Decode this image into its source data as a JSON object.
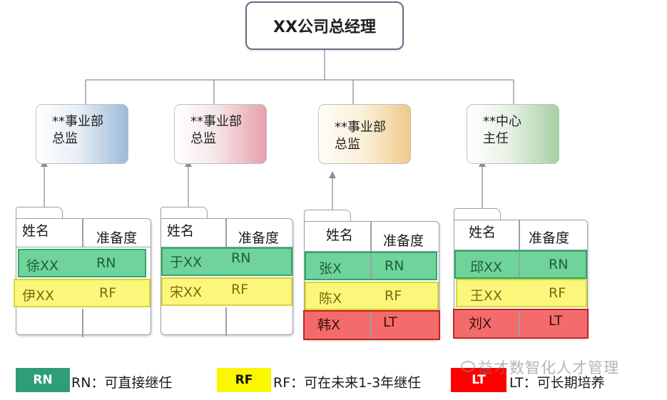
{
  "root": {
    "title": "XX公司总经理"
  },
  "positions": [
    {
      "line1": "**事业部",
      "line2": "总监"
    },
    {
      "line1": "**事业部",
      "line2": "总监"
    },
    {
      "line1": "**事业部",
      "line2": "总监"
    },
    {
      "line1": "**中心",
      "line2": "主任"
    }
  ],
  "table_header": {
    "name_col": "姓名",
    "ready_col": "准备度"
  },
  "tables": [
    {
      "rows": [
        {
          "name": "徐XX",
          "readiness": "RN",
          "status": "green"
        },
        {
          "name": "伊XX",
          "readiness": "RF",
          "status": "yellow"
        },
        {
          "name": "",
          "readiness": "",
          "status": "empty"
        }
      ]
    },
    {
      "rows": [
        {
          "name": "于XX",
          "readiness": "RN",
          "status": "green"
        },
        {
          "name": "宋XX",
          "readiness": "RF",
          "status": "yellow"
        },
        {
          "name": "",
          "readiness": "",
          "status": "empty"
        }
      ]
    },
    {
      "rows": [
        {
          "name": "张X",
          "readiness": "RN",
          "status": "green"
        },
        {
          "name": "陈X",
          "readiness": "RF",
          "status": "yellow"
        },
        {
          "name": "韩X",
          "readiness": "LT",
          "status": "red"
        }
      ]
    },
    {
      "rows": [
        {
          "name": "邱XX",
          "readiness": "RN",
          "status": "green"
        },
        {
          "name": "王XX",
          "readiness": "RF",
          "status": "yellow"
        },
        {
          "name": "刘X",
          "readiness": "LT",
          "status": "red"
        }
      ]
    }
  ],
  "legend": [
    {
      "code": "RN",
      "text": "RN：可直接继任",
      "color": "#2e9e7a"
    },
    {
      "code": "RF",
      "text": "RF：可在未来1-3年继任",
      "color": "#fbf700"
    },
    {
      "code": "LT",
      "text": "LT：可长期培养",
      "color": "#ff0000"
    }
  ],
  "watermark": {
    "text": "益才数智化人才管理"
  },
  "colors": {
    "ready_now": "#6fd39b",
    "ready_future": "#fbf77a",
    "long_term": "#f46b6b",
    "connector": "#9aa0a6"
  }
}
